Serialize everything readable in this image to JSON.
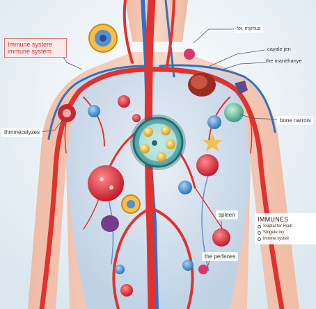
{
  "title_box": {
    "line1": "Immune systere",
    "line2": "immune system"
  },
  "labels": {
    "thymus": "for. mymus",
    "cayale_jen": "cayale jen",
    "manehanye": "the manehanye",
    "thymecelyzes": "thmmecelyzes",
    "bone_narrow": "bone narrow",
    "spleen": "spleen",
    "perfenes": "the perfenes"
  },
  "legend": {
    "heading": "IMMUNES",
    "items": [
      "Ssiptal for Hcell",
      "Stngete tny",
      "Immne systell"
    ]
  },
  "colors": {
    "artery": "#e0332f",
    "vein": "#2f72c4",
    "skin": "#f3c9b6",
    "body_fill": "#cfe2f1",
    "label_red": "#d9302a"
  }
}
